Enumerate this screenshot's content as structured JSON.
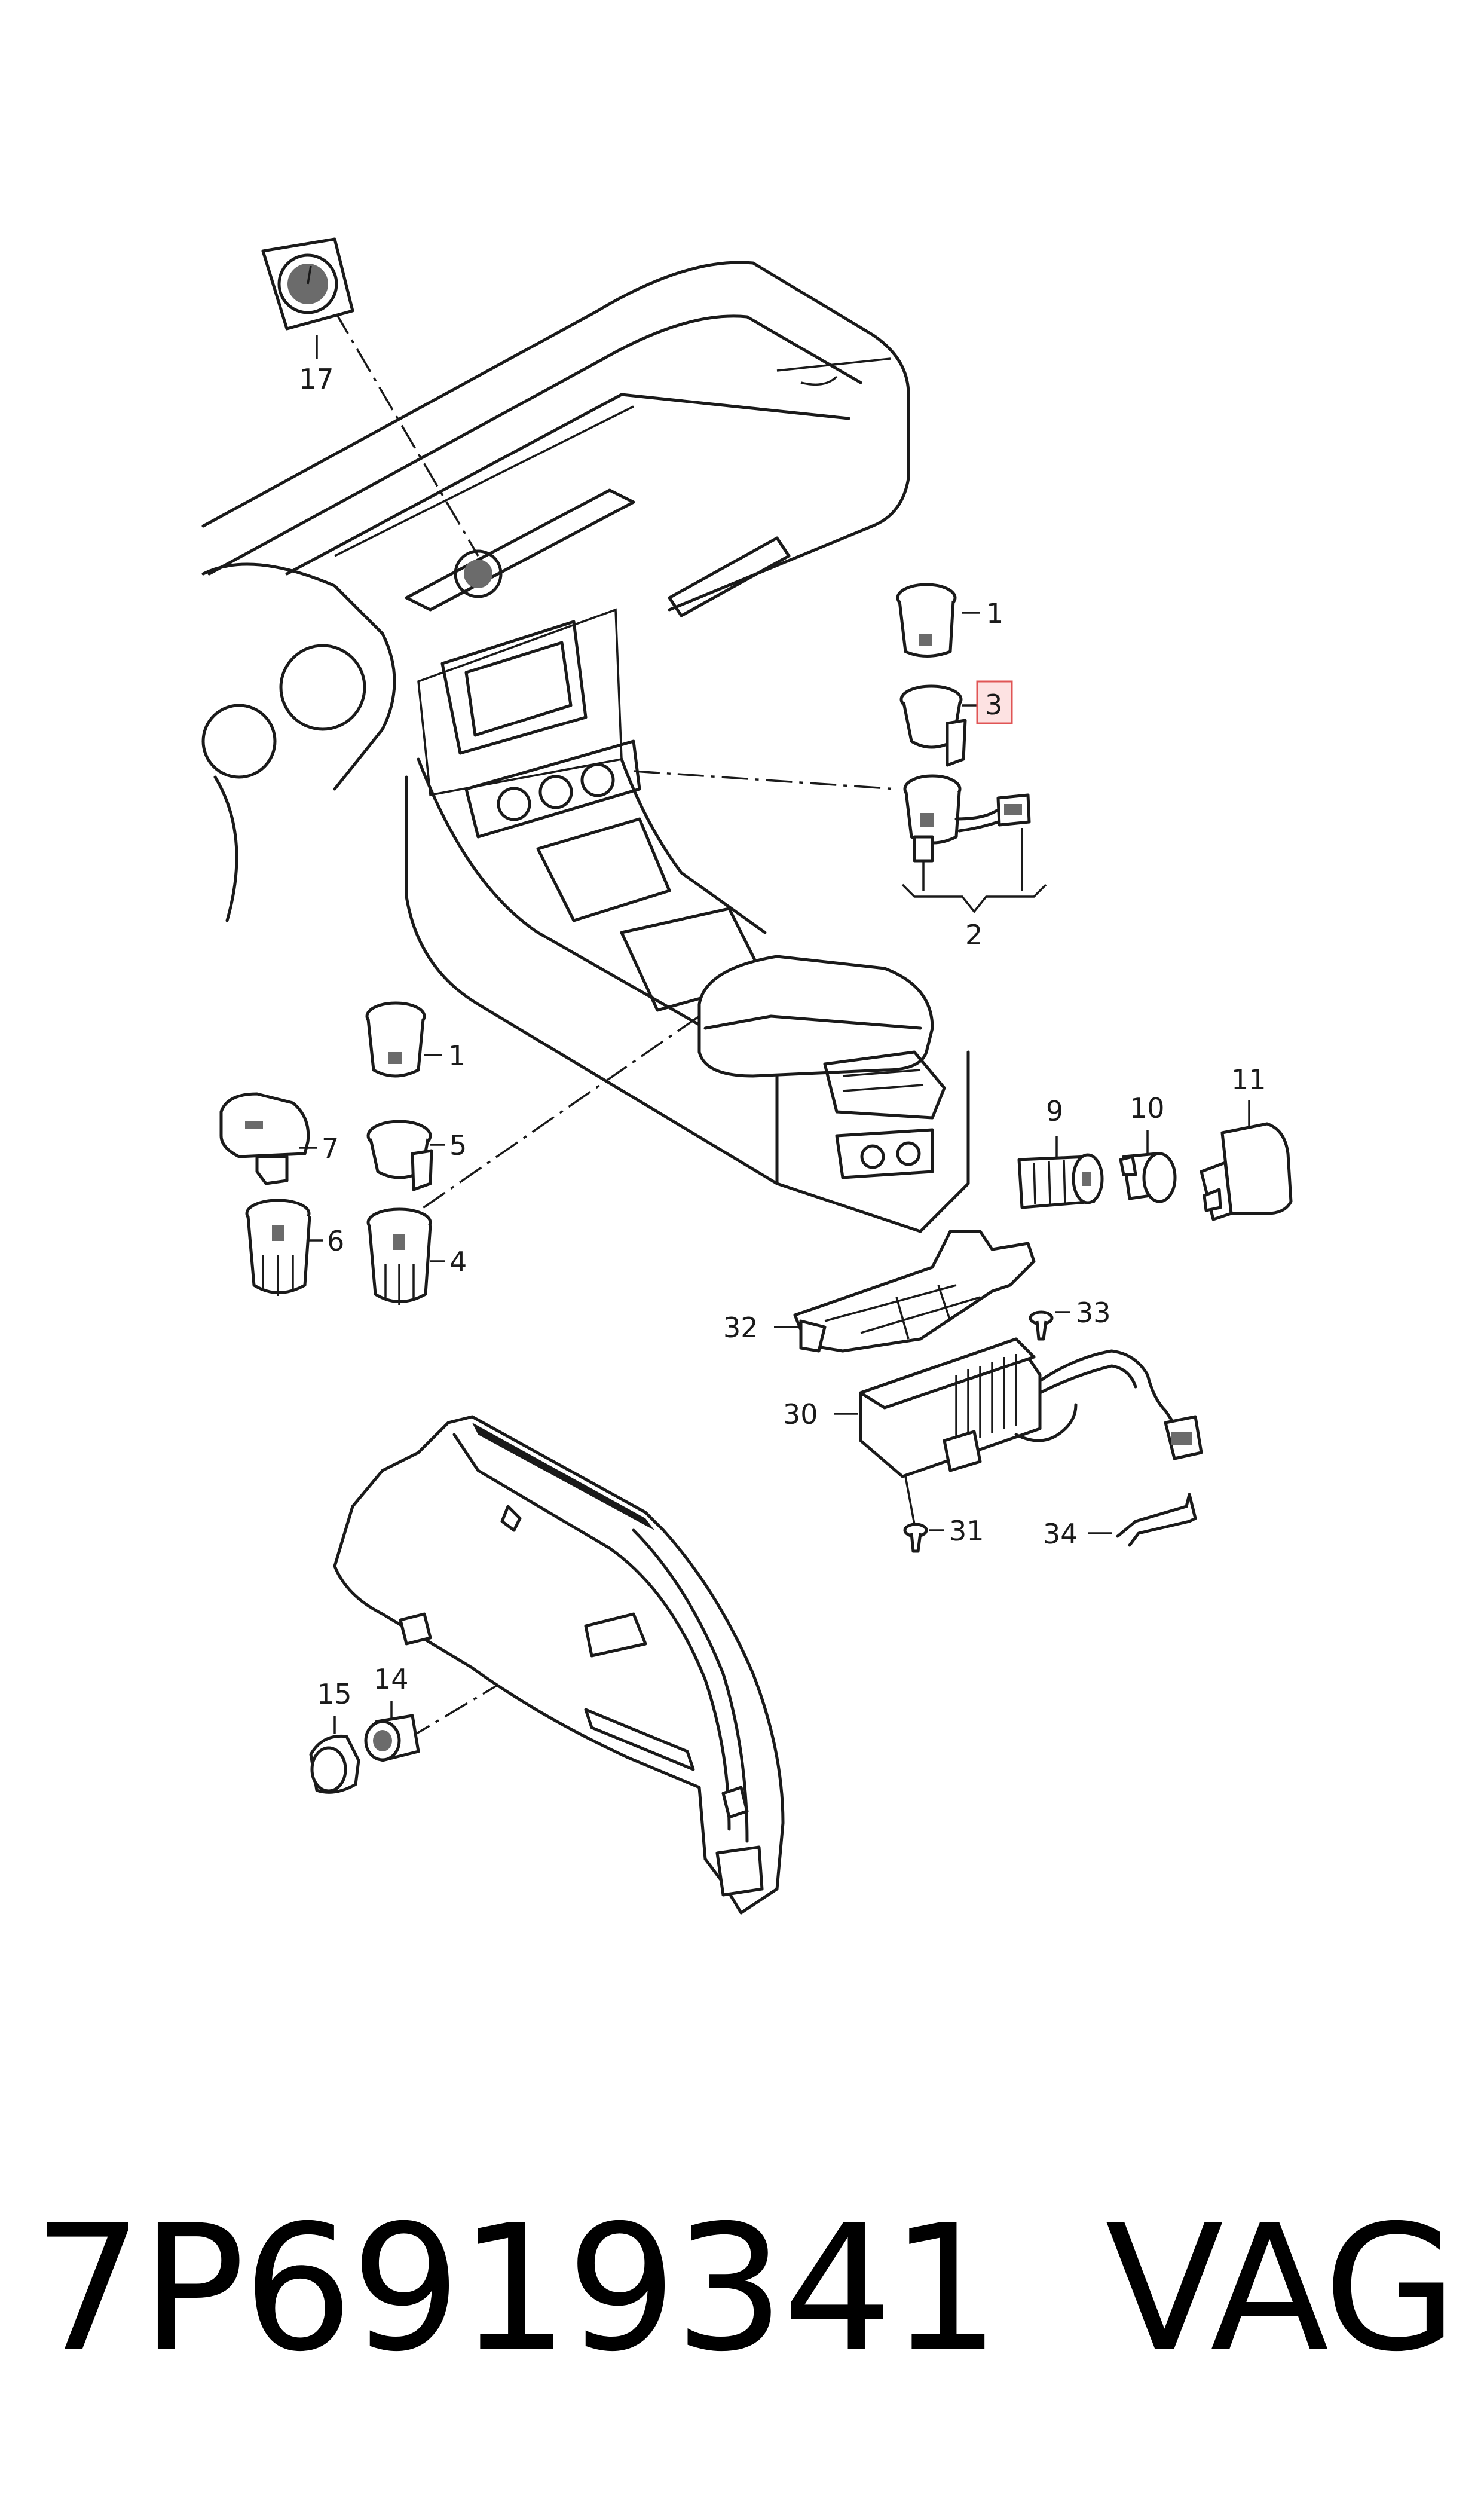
{
  "callouts": {
    "c1a": "1",
    "c3": "3",
    "c2": "2",
    "c17": "17",
    "c1b": "1",
    "c7": "7",
    "c5": "5",
    "c6": "6",
    "c4": "4",
    "c9": "9",
    "c10": "10",
    "c11": "11",
    "c32": "32",
    "c33": "33",
    "c30": "30",
    "c31": "31",
    "c34": "34",
    "c14": "14",
    "c15": "15"
  },
  "highlighted_callout": "3",
  "footer": {
    "part_number": "7P6919341",
    "brand": "VAG"
  },
  "colors": {
    "line": "#1a1a1a",
    "highlight_border": "#e05555",
    "highlight_fill": "#fde2e2"
  }
}
